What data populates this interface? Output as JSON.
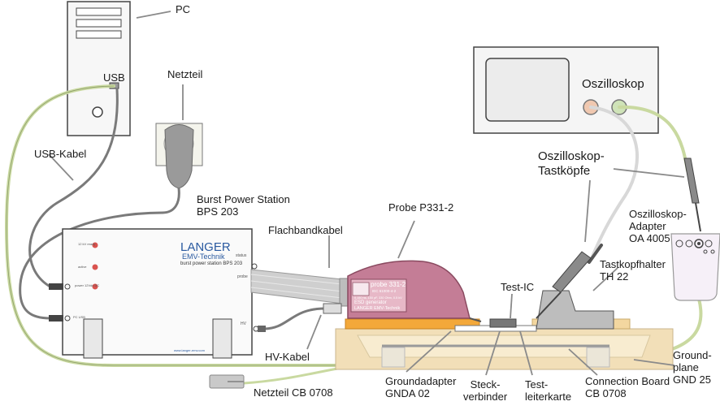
{
  "labels": {
    "pc": "PC",
    "usb": "USB",
    "netzteil": "Netzteil",
    "usb_kabel": "USB-Kabel",
    "burst_1": "Burst Power Station",
    "burst_2": "BPS 203",
    "flachbandkabel": "Flachbandkabel",
    "probe": "Probe P331-2",
    "oszilloskop": "Oszilloskop",
    "tastkoepfe_1": "Oszilloskop-",
    "tastkoepfe_2": "Tastköpfe",
    "adapter_1": "Oszilloskop-",
    "adapter_2": "Adapter",
    "adapter_3": "OA 4005",
    "halter_1": "Tastkopfhalter",
    "halter_2": "TH 22",
    "test_ic": "Test-IC",
    "hv_kabel": "HV-Kabel",
    "groundplane_1": "Ground-",
    "groundplane_2": "plane",
    "groundplane_3": "GND 25",
    "netzteil_cb": "Netzteil CB 0708",
    "groundadapter_1": "Groundadapter",
    "groundadapter_2": "GNDA 02",
    "steck_1": "Steck-",
    "steck_2": "verbinder",
    "test_1": "Test-",
    "test_2": "leiterkarte",
    "connection_1": "Connection Board",
    "connection_2": "CB 0708"
  },
  "device_text": {
    "brand": "LANGER",
    "brand_sub": "EMV-Technik",
    "model": "burst power station BPS 203",
    "led_1": "12 kV ready",
    "led_2": "active",
    "led_3": "power 12Vdc DC",
    "pc_usb": "PC USB",
    "status": "status",
    "probe_port": "probe",
    "hv": "HV",
    "website": "www.langer-emv.com",
    "probe_model": "probe 331-2",
    "probe_std": "IEC 61000-4-2",
    "probe_spec": "0.150 ns, 150 pF, 330 Ohm, 0.5 kV",
    "probe_gen": "ESD generator",
    "probe_brand": "LANGER EMV-Technik"
  },
  "colors": {
    "line": "#8a8a8a",
    "cable_green": "#c9d9a0",
    "cable_grey": "#7a7a7a",
    "probe_pink": "#c47d96",
    "board_tan": "#f2dfb8",
    "led_red": "#d9534f"
  }
}
